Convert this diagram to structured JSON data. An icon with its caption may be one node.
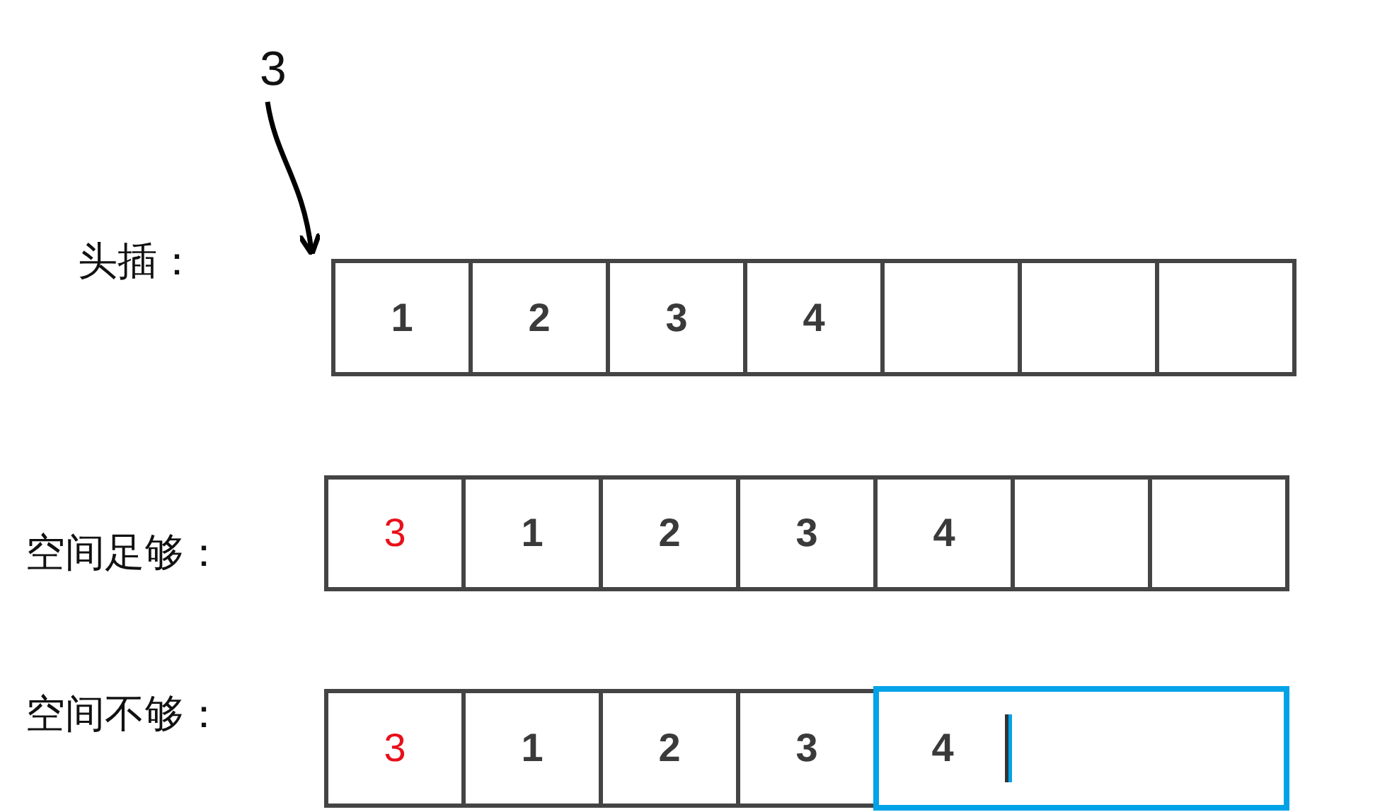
{
  "diagram": {
    "nodes": [
      {
        "text": [
          "3"
        ]
      },
      {
        "text": [
          "1"
        ]
      },
      {
        "text": [
          "2"
        ]
      },
      {
        "text": [
          "3"
        ]
      },
      {
        "text": [
          "4"
        ]
      },
      {
        "text": [],
        "shape": "box"
      },
      {
        "text": [],
        "shape": "box"
      },
      {
        "text": [],
        "shape": "box"
      },
      {
        "text": [
          "3"
        ]
      },
      {
        "text": [
          "1"
        ]
      },
      {
        "text": [
          "2"
        ]
      },
      {
        "text": [
          "3"
        ]
      },
      {
        "text": [
          "4"
        ]
      },
      {
        "text": [],
        "shape": "box"
      },
      {
        "text": [],
        "shape": "box"
      },
      {
        "text": [
          "3"
        ]
      },
      {
        "text": [
          "1"
        ]
      },
      {
        "text": [
          "2"
        ]
      },
      {
        "text": [
          "3"
        ]
      },
      {
        "text": [],
        "shape": "box"
      },
      {
        "text": [
          "4"
        ],
        "in": 19
      }
    ],
    "edges": [
      {
        "from": 0,
        "to": 1,
        "arrow": "to"
      }
    ],
    "labels": [
      "头插：",
      "空间足够：",
      "空间不够："
    ]
  }
}
